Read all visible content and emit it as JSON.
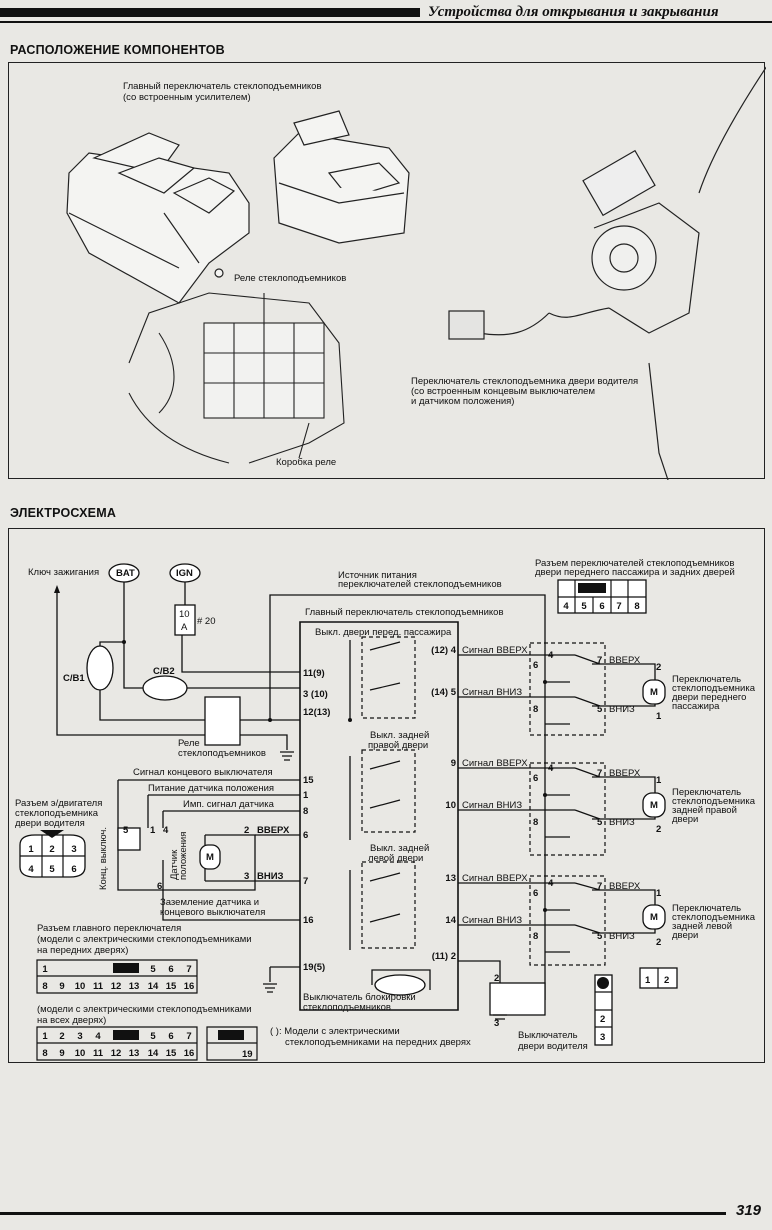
{
  "header": {
    "title": "Устройства для открывания и закрывания"
  },
  "components": {
    "title": "РАСПОЛОЖЕНИЕ КОМПОНЕНТОВ",
    "main_switch_label_1": "Главный переключатель стеклоподъемников",
    "main_switch_label_2": "(со встроенным усилителем)",
    "relay_label": "Реле стеклоподъемников",
    "relay_box_label": "Коробка реле",
    "driver_switch_label_1": "Переключатель стеклоподъемника двери водителя",
    "driver_switch_label_2": "(со встроенным концевым выключателем",
    "driver_switch_label_3": "и датчиком положения)"
  },
  "schematic": {
    "title": "ЭЛЕКТРОСХЕМА",
    "ignition_key": "Ключ зажигания",
    "bat": "BAT",
    "ign": "IGN",
    "fuse_1": "10",
    "fuse_2": "A",
    "fuse_no": "# 20",
    "cb1": "C/B1",
    "cb2": "C/B2",
    "relay_1": "Реле",
    "relay_2": "стеклоподъемников",
    "power_source_1": "Источник питания",
    "power_source_2": "переключателей стеклоподъемников",
    "main_switch": "Главный переключатель стеклоподъемников",
    "front_pass_sw": "Выкл. двери перед. пассажира",
    "rear_right_sw_1": "Выкл. задней",
    "rear_right_sw_2": "правой двери",
    "rear_left_sw_1": "Выкл. задней",
    "rear_left_sw_2": "левой двери",
    "lock_switch_1": "Выключатель блокировки",
    "lock_switch_2": "стеклоподъемников",
    "pins_left": [
      "11(9)",
      "3 (10)",
      "12(13)",
      "15",
      "1",
      "8",
      "6",
      "7",
      "16",
      "19(5)"
    ],
    "pins_right": [
      "(12) 4",
      "(14) 5",
      "9",
      "10",
      "13",
      "14",
      "(11) 2"
    ],
    "signal_up": "Сигнал ВВЕРХ",
    "signal_down": "Сигнал ВНИЗ",
    "up": "ВВЕРХ",
    "down": "ВНИЗ",
    "motor": "M",
    "limit_signal": "Сигнал концевого выключателя",
    "sensor_power": "Питание датчика положения",
    "sensor_pulse": "Имп. сигнал датчика",
    "ground_label_1": "Заземление датчика и",
    "ground_label_2": "концевого выключателя",
    "limit_switch": "Конц. выключ.",
    "position_sensor_1": "Датчик",
    "position_sensor_2": "положения",
    "driver_motor_conn_1": "Разъем э/двигателя",
    "driver_motor_conn_2": "стеклоподъемника",
    "driver_motor_conn_3": "двери водителя",
    "driver_conn_pins": [
      "1",
      "2",
      "3",
      "4",
      "5",
      "6"
    ],
    "driver_motor_pins": [
      "5",
      "1",
      "4",
      "6",
      "2",
      "3"
    ],
    "sub_switch_pins": [
      "4",
      "6",
      "7",
      "8",
      "5"
    ],
    "pass_conn_label_1": "Разъем переключателей стеклоподъемников",
    "pass_conn_label_2": "двери переднего пассажира и задних дверей",
    "pass_conn_pins": [
      "4",
      "5",
      "6",
      "7",
      "8"
    ],
    "front_pass_motor": [
      "Переключатель",
      "стеклоподъемника",
      "двери переднего",
      "пассажира"
    ],
    "rear_right_motor": [
      "Переключатель",
      "стеклоподъемника",
      "задней правой",
      "двери"
    ],
    "rear_left_motor": [
      "Переключатель",
      "стеклоподъемника",
      "задней левой",
      "двери"
    ],
    "motor_pins_front": [
      "2",
      "1"
    ],
    "motor_pins_rr": [
      "1",
      "2"
    ],
    "motor_pins_rl": [
      "1",
      "2"
    ],
    "main_conn_label_1": "Разъем главного переключателя",
    "main_conn_label_2": "(модели с электрическими стеклоподъемниками",
    "main_conn_label_3": "на передних дверях)",
    "main_conn_front_row1": [
      "1",
      "",
      "",
      "",
      "",
      "5",
      "6",
      "7"
    ],
    "main_conn_row2": [
      "8",
      "9",
      "10",
      "11",
      "12",
      "13",
      "14",
      "15",
      "16"
    ],
    "main_conn_all_label_1": "(модели с электрическими стеклоподъемниками",
    "main_conn_all_label_2": "на всех дверях)",
    "main_conn_all_row1": [
      "1",
      "2",
      "3",
      "4",
      "",
      "5",
      "6",
      "7"
    ],
    "small_conn_pin": "19",
    "note_1": "(   ): Модели с электрическими",
    "note_2": "стеклоподъемниками на передних дверях",
    "door_switch_1": "Выключатель",
    "door_switch_2": "двери водителя",
    "door_switch_pins": [
      "2",
      "3"
    ],
    "door_conn_pins": [
      "2",
      "3"
    ],
    "two_pin_conn": [
      "1",
      "2"
    ]
  },
  "footer": {
    "page_number": "319"
  }
}
